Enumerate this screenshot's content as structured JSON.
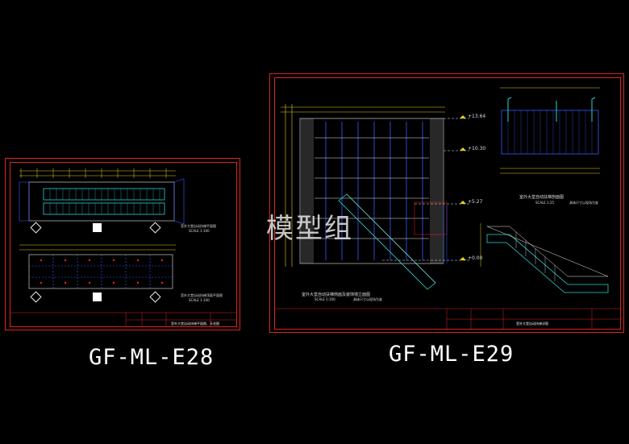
{
  "sheets": [
    {
      "caption": "GF-ML-E28",
      "notes": {
        "plan_title": "室外大堂自动扶梯平面图",
        "plan_scale": "SCALE 1:100",
        "plan2_title": "室外大堂自动扶梯顶面平面图",
        "plan2_scale": "SCALE 1:100",
        "title_block": "室外大堂自动扶梯平面图、天花图"
      }
    },
    {
      "caption": "GF-ML-E29",
      "notes": {
        "elev_title": "室外大堂自动扶梯侧面及装饰墙立面图",
        "elev_scale": "SCALE 1:100",
        "elev_sub": "具体尺寸以现场为准",
        "detail_title": "室外大堂自动扶梯剖面图",
        "detail_scale": "SCALE 1:25",
        "detail_sub": "具体尺寸以现场为准",
        "level_1": "+13.64",
        "level_2": "+10.30",
        "level_3": "+5.27",
        "level_4": "+0.00",
        "title_block": "室外大堂自动扶梯详图"
      }
    }
  ],
  "watermark": "模型组",
  "colors": {
    "background": "#000000",
    "frame": "#dd2222",
    "line_yellow": "#e6d21a",
    "line_blue": "#3a5cff",
    "line_white": "#e8e8e8",
    "line_cyan": "#2ad4d4"
  }
}
